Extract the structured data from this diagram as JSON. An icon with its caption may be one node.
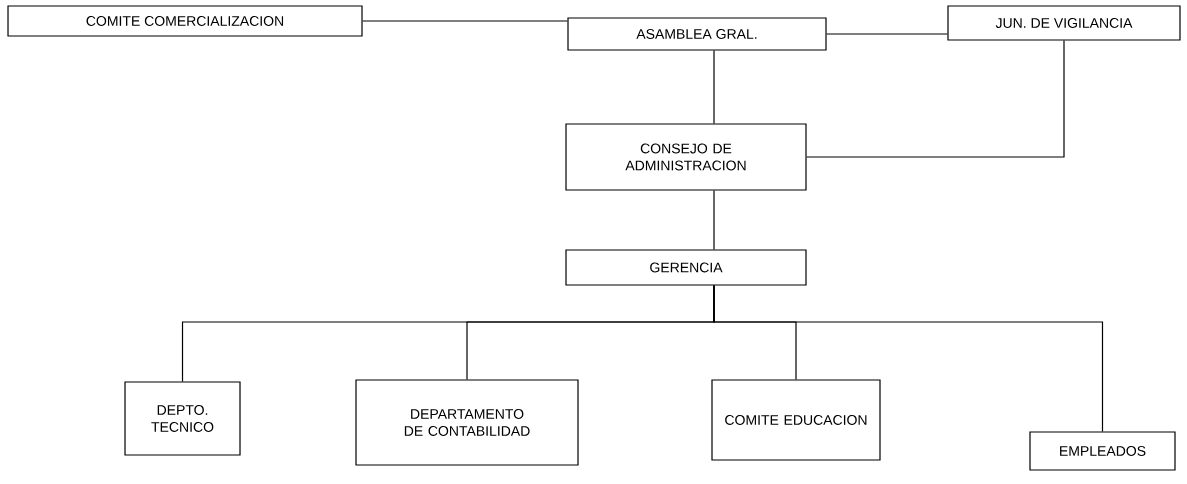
{
  "diagram": {
    "nodes": [
      {
        "text": [
          "COMITE COMERCIALIZACION"
        ]
      },
      {
        "text": [
          "ASAMBLEA GRAL."
        ]
      },
      {
        "text": [
          "JUN. DE VIGILANCIA"
        ]
      },
      {
        "text": [
          "CONSEJO DE ADMINISTRACION"
        ]
      },
      {
        "text": [
          "GERENCIA"
        ]
      },
      {
        "text": [
          "DEPTO. TECNICO"
        ]
      },
      {
        "text": [
          "DEPARTAMENTO DE CONTABILIDAD"
        ]
      },
      {
        "text": [
          "COMITE EDUCACION"
        ]
      },
      {
        "text": [
          "EMPLEADOS"
        ]
      }
    ],
    "edges": [
      {
        "from": 0,
        "to": 1,
        "arrow": "none"
      },
      {
        "from": 1,
        "to": 2,
        "arrow": "none"
      },
      {
        "from": 1,
        "to": 3,
        "arrow": "none"
      },
      {
        "from": 2,
        "to": 3,
        "arrow": "none"
      },
      {
        "from": 3,
        "to": 4,
        "arrow": "none"
      },
      {
        "from": 4,
        "to": 5,
        "arrow": "none"
      },
      {
        "from": 4,
        "to": 6,
        "arrow": "none"
      },
      {
        "from": 4,
        "to": 7,
        "arrow": "none"
      },
      {
        "from": 4,
        "to": 8,
        "arrow": "none"
      }
    ]
  }
}
